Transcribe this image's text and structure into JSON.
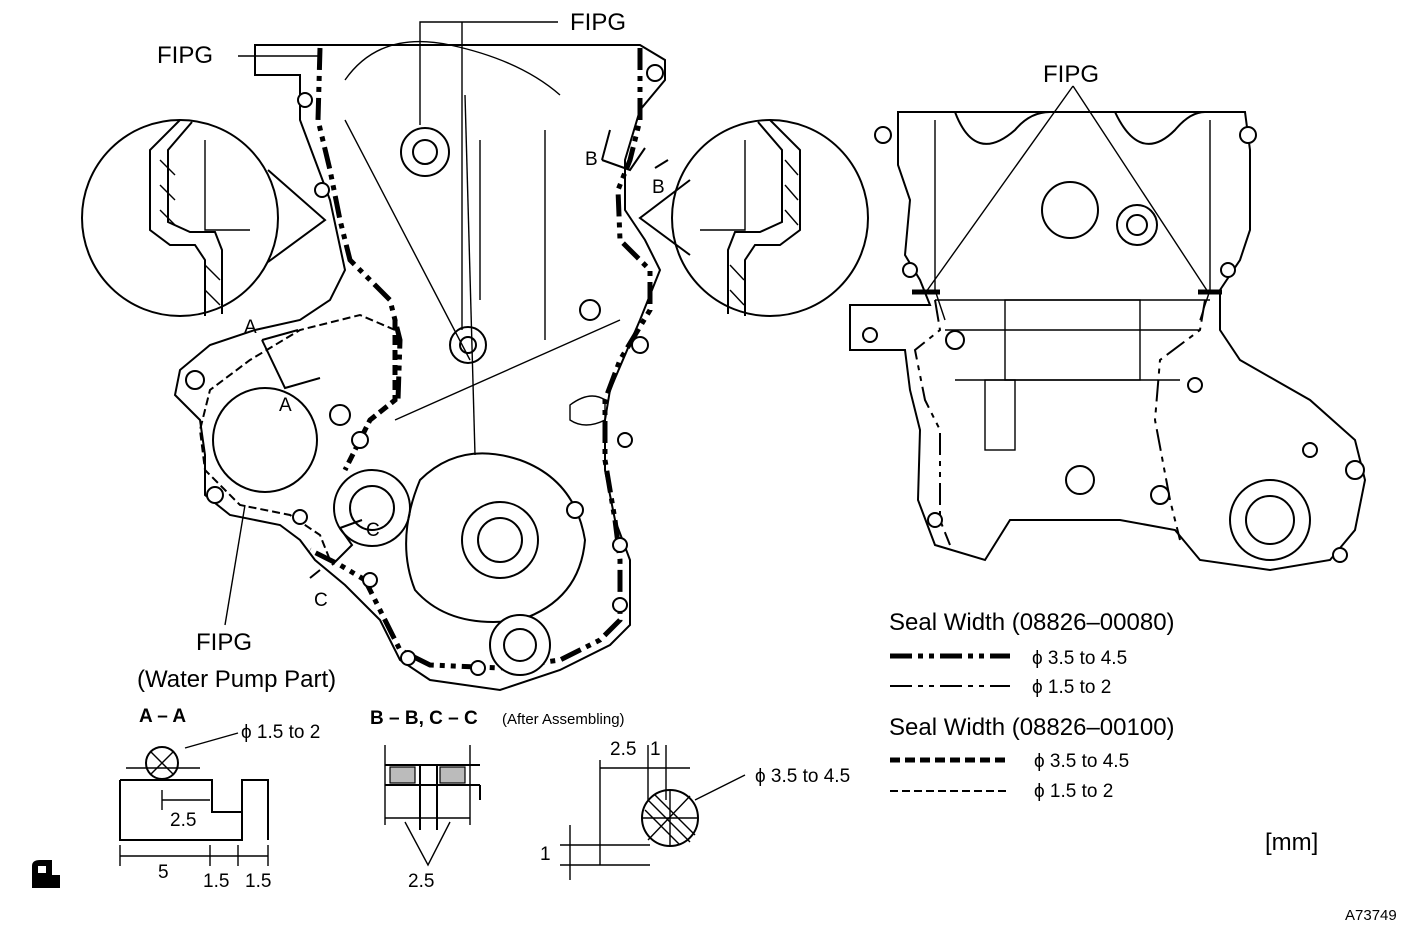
{
  "labels": {
    "fipg_top_left": "FIPG",
    "fipg_top_center": "FIPG",
    "fipg_right": "FIPG",
    "fipg_water_pump": "FIPG",
    "water_pump_part": "(Water Pump Part)",
    "section_a_upper": "A",
    "section_a_lower": "A",
    "section_b_left": "B",
    "section_b_right": "B",
    "section_c_upper": "C",
    "section_c_lower": "C"
  },
  "section_aa": {
    "title": "A – A",
    "diameter": "ϕ 1.5 to 2",
    "dim_25": "2.5",
    "dim_5": "5",
    "dim_15a": "1.5",
    "dim_15b": "1.5"
  },
  "section_bb": {
    "title": "B – B, C – C",
    "subtitle": "(After Assembling)",
    "dim_25": "2.5"
  },
  "section_detail": {
    "dim_25": "2.5",
    "dim_1_top": "1",
    "dim_1_side": "1",
    "diameter": "ϕ 3.5 to 4.5"
  },
  "legend": {
    "group1_title": "Seal Width (08826–00080)",
    "group1_thick": "ϕ 3.5 to 4.5",
    "group1_thin": "ϕ 1.5 to 2",
    "group2_title": "Seal Width (08826–00100)",
    "group2_thick": "ϕ 3.5 to 4.5",
    "group2_thin": "ϕ 1.5 to 2"
  },
  "units": "[mm]",
  "figure_id": "A73749"
}
